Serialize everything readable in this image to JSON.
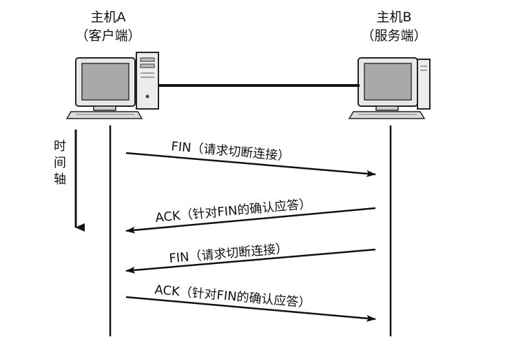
{
  "hosts": {
    "a": {
      "name": "主机A",
      "role": "（客户端）"
    },
    "b": {
      "name": "主机B",
      "role": "（服务端）"
    }
  },
  "time_axis": {
    "chars": [
      "时",
      "间",
      "轴"
    ]
  },
  "messages": [
    {
      "label": "FIN（请求切断连接）",
      "direction": "A-to-B"
    },
    {
      "label": "ACK（针对FIN的确认应答）",
      "direction": "B-to-A"
    },
    {
      "label": "FIN（请求切断连接）",
      "direction": "B-to-A"
    },
    {
      "label": "ACK（针对FIN的确认应答）",
      "direction": "A-to-B"
    }
  ],
  "colors": {
    "line": "#111111",
    "monitor_body": "#e8e8e8",
    "screen": "#a9a9a9",
    "tower": "#ececec",
    "outline": "#222222"
  }
}
